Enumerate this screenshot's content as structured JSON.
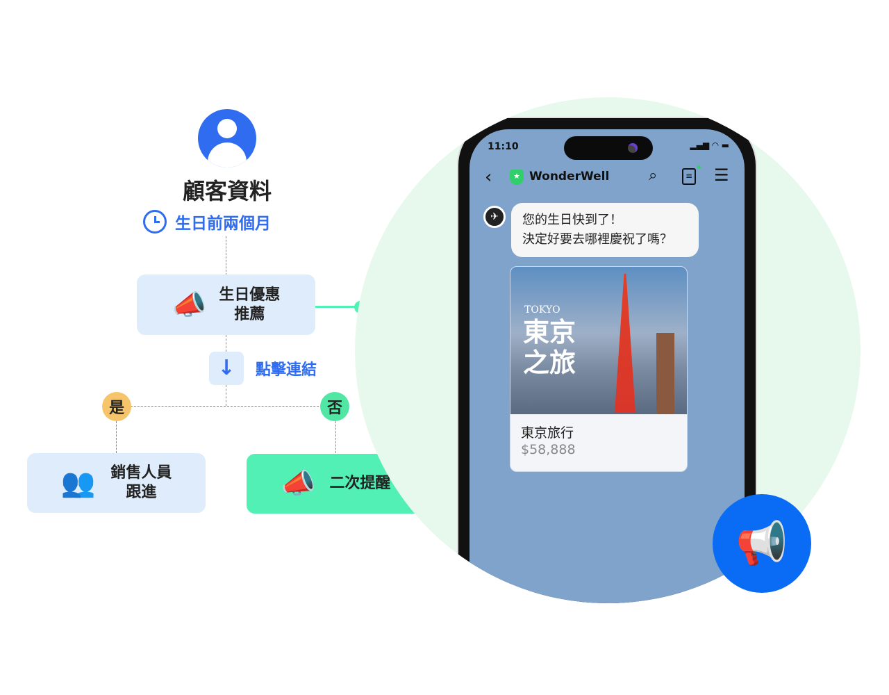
{
  "flow": {
    "title": "顧客資料",
    "trigger": "生日前兩個月",
    "step1": [
      "生日優惠",
      "推薦"
    ],
    "condition": "點擊連結",
    "yes": "是",
    "no": "否",
    "yes_action": [
      "銷售人員",
      "跟進"
    ],
    "no_action": "二次提醒"
  },
  "phone": {
    "time": "11:10",
    "app_name": "WonderWell",
    "message": [
      "您的生日快到了！",
      "決定好要去哪裡慶祝了嗎？"
    ],
    "card": {
      "overlay_en": "TOKYO",
      "overlay_zh": [
        "東京",
        "之旅"
      ],
      "title": "東京旅行",
      "price": "$58,888"
    }
  },
  "colors": {
    "blue": "#2f6cf0",
    "green": "#52f0b4",
    "light_blue": "#dfecfb",
    "circle": "#e7f8ed"
  }
}
